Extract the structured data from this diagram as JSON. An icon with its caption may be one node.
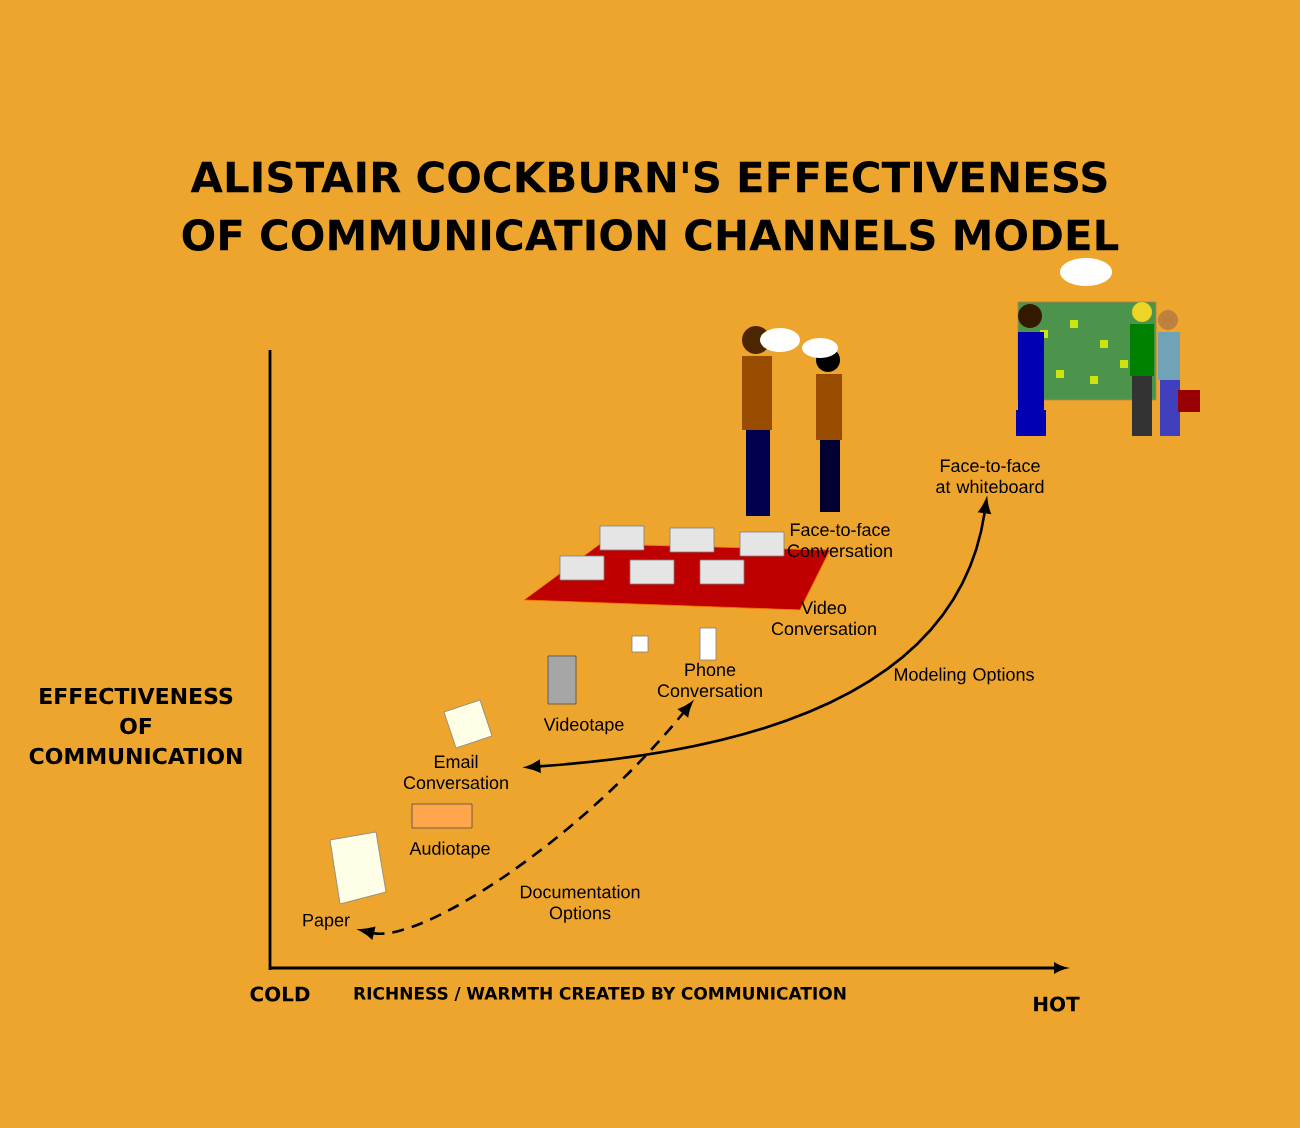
{
  "diagram": {
    "title": "ALISTAIR COCKBURN'S EFFECTIVENESS OF COMMUNICATION CHANNELS MODEL",
    "nodes": [
      {
        "text": [
          "Paper"
        ]
      },
      {
        "text": [
          "Audiotape"
        ]
      },
      {
        "text": [
          "Email Conversation"
        ]
      },
      {
        "text": [
          "Videotape"
        ]
      },
      {
        "text": [
          "Phone Conversation"
        ]
      },
      {
        "text": [
          "Video Conversation"
        ]
      },
      {
        "text": [
          "Face-to-face Conversation"
        ]
      },
      {
        "text": [
          "Face-to-face at whiteboard"
        ]
      }
    ],
    "edges": [
      {
        "from": 0,
        "to": 4,
        "arrow": "both",
        "style": "dashed",
        "label": "Documentation Options"
      },
      {
        "from": 2,
        "to": 7,
        "arrow": "both",
        "label": "Modeling Options"
      }
    ],
    "labels": [
      "EFFECTIVENESS OF COMMUNICATION",
      "COLD",
      "RICHNESS / WARMTH CREATED BY COMMUNICATION",
      "HOT"
    ]
  }
}
